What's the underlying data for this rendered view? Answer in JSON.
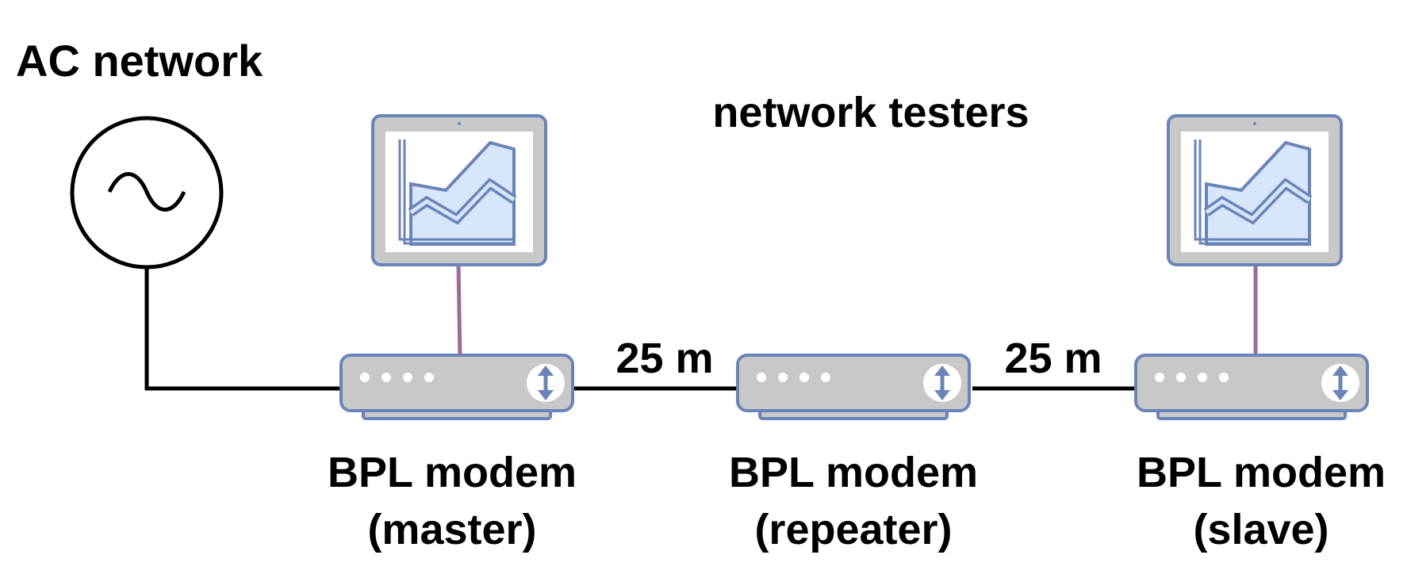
{
  "labels": {
    "ac_network": "AC network",
    "network_testers": "network testers",
    "distance_1": "25 m",
    "distance_2": "25 m"
  },
  "modems": [
    {
      "line1": "BPL modem",
      "line2": "(master)"
    },
    {
      "line1": "BPL modem",
      "line2": "(repeater)"
    },
    {
      "line1": "BPL modem",
      "line2": "(slave)"
    }
  ],
  "colors": {
    "device_fill": "#c8c8c8",
    "device_border": "#6b84b8",
    "chart_fill": "#d7e6fa",
    "tester_cable": "#9a6a9e",
    "line": "#000000"
  },
  "icons": {
    "ac_source": "sine-wave-source-icon",
    "tester": "monitor-chart-icon",
    "modem": "modem-icon",
    "modem_button": "updown-arrow-icon"
  }
}
